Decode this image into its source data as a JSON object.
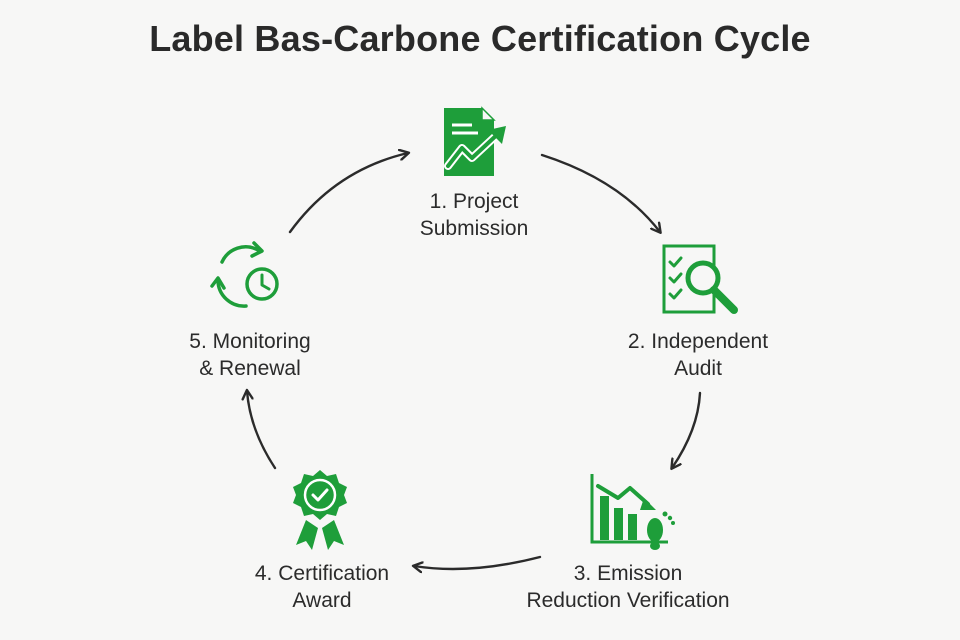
{
  "title": "Label Bas-Carbone Certification Cycle",
  "colors": {
    "accent": "#1e9e3a",
    "arrow": "#2b2b2b",
    "text": "#2b2b2b",
    "background": "#f7f7f6"
  },
  "steps": [
    {
      "line1": "1. Project",
      "line2": "Submission",
      "icon": "document-trend-icon"
    },
    {
      "line1": "2. Independent",
      "line2": "Audit",
      "icon": "checklist-magnifier-icon"
    },
    {
      "line1": "3. Emission",
      "line2": "Reduction Verification",
      "icon": "bar-chart-footprint-icon"
    },
    {
      "line1": "4. Certification",
      "line2": "Award",
      "icon": "award-badge-icon"
    },
    {
      "line1": "5. Monitoring",
      "line2": "& Renewal",
      "icon": "refresh-clock-icon"
    }
  ]
}
